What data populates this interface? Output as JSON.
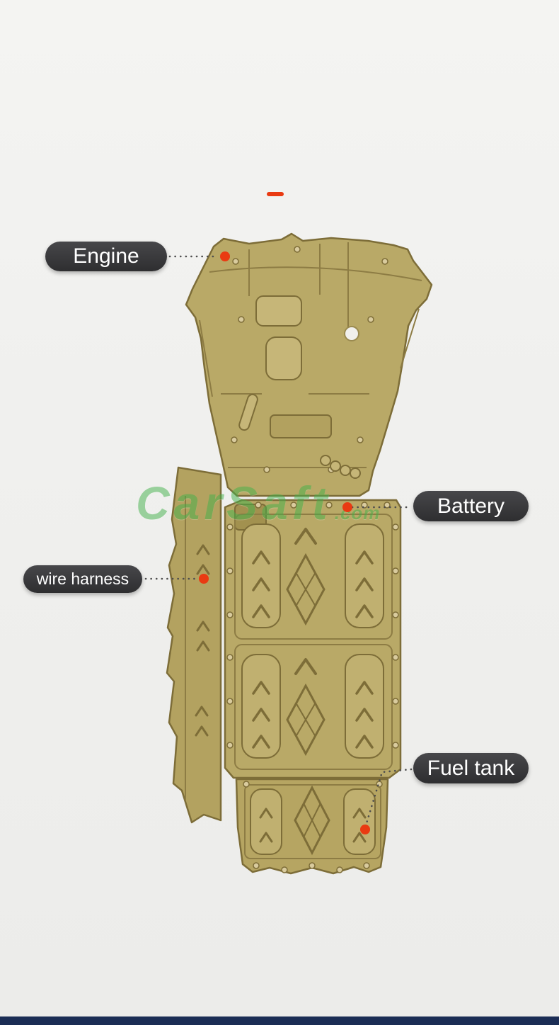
{
  "scene": {
    "background": "#f0f0ee",
    "accent_red": "#e93a12",
    "plate_gold": "#b9a967",
    "plate_outline": "#7d6d38",
    "label_bg": "#363639",
    "label_text_color": "#ffffff",
    "watermark_color": "#43b14b",
    "footer_bar_color": "#1b2d55"
  },
  "labels": {
    "engine": "Engine",
    "battery": "Battery",
    "wire_harness": "wire harness",
    "fuel_tank": "Fuel tank"
  },
  "watermark": {
    "brand": "CarSaft",
    "suffix": ".com"
  }
}
